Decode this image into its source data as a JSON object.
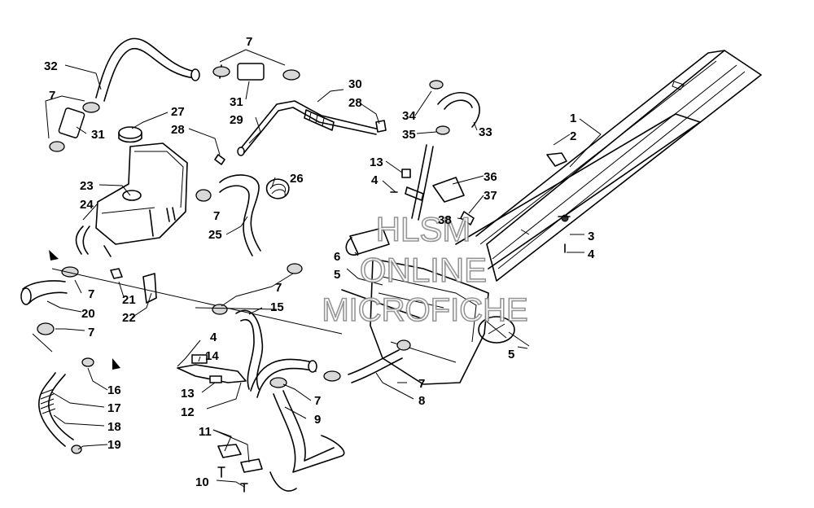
{
  "callouts": [
    {
      "n": "1"
    },
    {
      "n": "2"
    },
    {
      "n": "3"
    },
    {
      "n": "4"
    },
    {
      "n": "4"
    },
    {
      "n": "4"
    },
    {
      "n": "5"
    },
    {
      "n": "5"
    },
    {
      "n": "6"
    },
    {
      "n": "7"
    },
    {
      "n": "7"
    },
    {
      "n": "7"
    },
    {
      "n": "7"
    },
    {
      "n": "7"
    },
    {
      "n": "7"
    },
    {
      "n": "7"
    },
    {
      "n": "7"
    },
    {
      "n": "8"
    },
    {
      "n": "9"
    },
    {
      "n": "10"
    },
    {
      "n": "11"
    },
    {
      "n": "12"
    },
    {
      "n": "13"
    },
    {
      "n": "13"
    },
    {
      "n": "14"
    },
    {
      "n": "15"
    },
    {
      "n": "16"
    },
    {
      "n": "17"
    },
    {
      "n": "18"
    },
    {
      "n": "19"
    },
    {
      "n": "20"
    },
    {
      "n": "21"
    },
    {
      "n": "22"
    },
    {
      "n": "23"
    },
    {
      "n": "24"
    },
    {
      "n": "25"
    },
    {
      "n": "26"
    },
    {
      "n": "27"
    },
    {
      "n": "28"
    },
    {
      "n": "28"
    },
    {
      "n": "29"
    },
    {
      "n": "30"
    },
    {
      "n": "31"
    },
    {
      "n": "31"
    },
    {
      "n": "32"
    },
    {
      "n": "33"
    },
    {
      "n": "34"
    },
    {
      "n": "35"
    },
    {
      "n": "36"
    },
    {
      "n": "37"
    },
    {
      "n": "38"
    }
  ],
  "watermark": {
    "line1": "HLSM",
    "line2": "ONLINE",
    "line3": "MICROFICHE"
  },
  "colors": {
    "ink": "#000000",
    "watermark_stroke": "#8a8a8a",
    "background": "#ffffff"
  }
}
